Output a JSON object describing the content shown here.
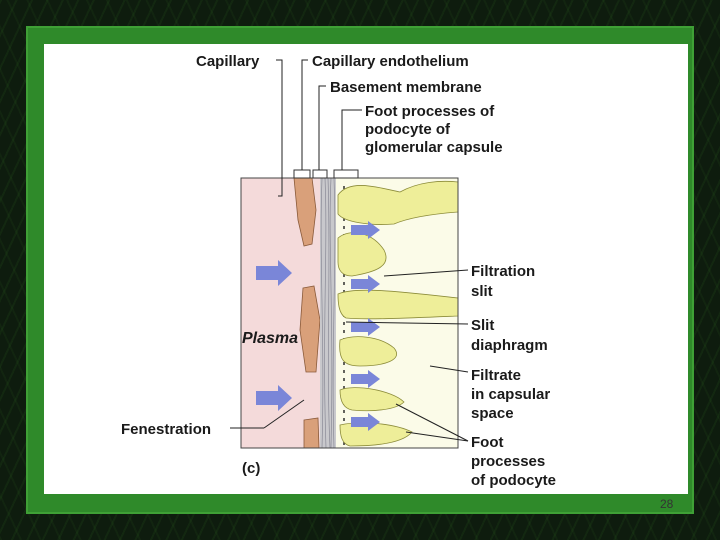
{
  "slide": {
    "page_number": "28",
    "colors": {
      "frame": "#2f8a2a",
      "plasma": "#f4dada",
      "endothelium": "#d9a07a",
      "podocyte": "#eeee99",
      "capsular_space": "#fbfbe8",
      "arrow": "#7a86d8"
    }
  },
  "diagram": {
    "panel_letter": "(c)",
    "labels": {
      "capillary": "Capillary",
      "capillary_endothelium": "Capillary endothelium",
      "basement_membrane": "Basement membrane",
      "foot_processes_capsule": [
        "Foot processes of",
        "podocyte of",
        "glomerular capsule"
      ],
      "filtration_slit": [
        "Filtration",
        "slit"
      ],
      "slit_diaphragm": [
        "Slit",
        "diaphragm"
      ],
      "filtrate": [
        "Filtrate",
        "in capsular",
        "space"
      ],
      "foot_processes_podocyte": [
        "Foot",
        "processes",
        "of podocyte"
      ],
      "plasma": "Plasma",
      "fenestration": "Fenestration"
    }
  }
}
